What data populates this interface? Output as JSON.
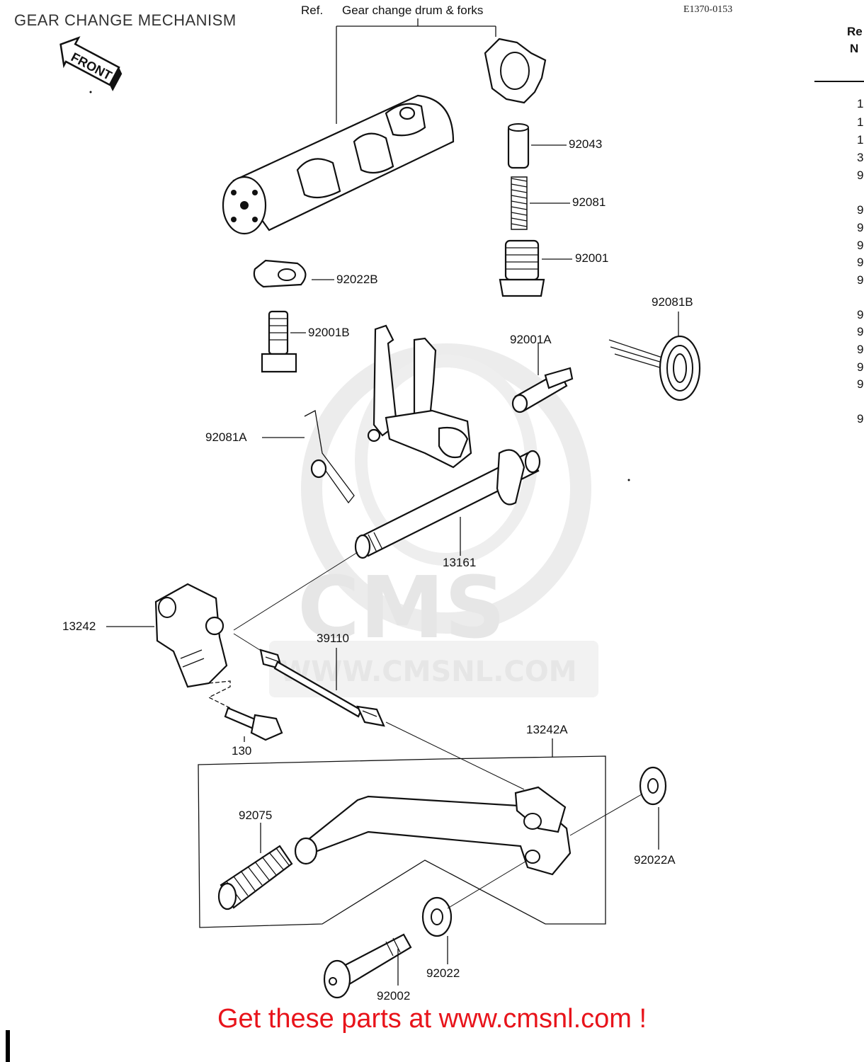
{
  "title": "GEAR CHANGE MECHANISM",
  "diagram_code": "E1370-0153",
  "front_marker": "FRONT",
  "header_ref": {
    "prefix": "Ref.",
    "text": "Gear change drum & forks"
  },
  "watermark": {
    "brand": "CMS",
    "url": "WWW.CMSNL.COM"
  },
  "parts": [
    {
      "id": "p92043",
      "label": "92043"
    },
    {
      "id": "p92081",
      "label": "92081"
    },
    {
      "id": "p92001",
      "label": "92001"
    },
    {
      "id": "p92022B",
      "label": "92022B"
    },
    {
      "id": "p92001B",
      "label": "92001B"
    },
    {
      "id": "p92081B",
      "label": "92081B"
    },
    {
      "id": "p92001A",
      "label": "92001A"
    },
    {
      "id": "p92081A",
      "label": "92081A"
    },
    {
      "id": "p13161",
      "label": "13161"
    },
    {
      "id": "p13242",
      "label": "13242"
    },
    {
      "id": "p39110",
      "label": "39110"
    },
    {
      "id": "p130",
      "label": "130"
    },
    {
      "id": "p13242A",
      "label": "13242A"
    },
    {
      "id": "p92075",
      "label": "92075"
    },
    {
      "id": "p92022A",
      "label": "92022A"
    },
    {
      "id": "p92022",
      "label": "92022"
    },
    {
      "id": "p92002",
      "label": "92002"
    }
  ],
  "side_column": {
    "header_line1": "Re",
    "header_line2": "N",
    "rows": [
      "1",
      "1",
      "1",
      "3",
      "9",
      "9",
      "9",
      "9",
      "9",
      "9",
      "9",
      "9",
      "9",
      "9",
      "9",
      "9"
    ]
  },
  "footer": "Get these parts at www.cmsnl.com !"
}
